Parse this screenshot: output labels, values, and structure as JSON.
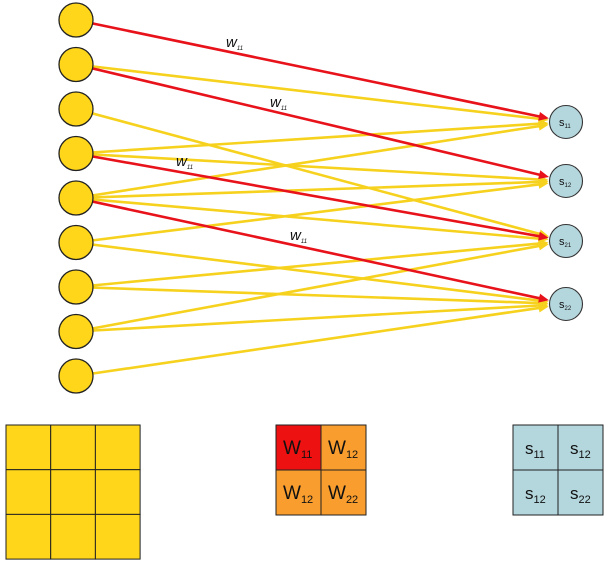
{
  "colors": {
    "input": "#FFD619",
    "output": "#B4D6DD",
    "edge_shared": "#F6D21E",
    "edge_highlight": "#E8121B",
    "kernel_highlight": "#EE1111",
    "kernel_other": "#F99D2E"
  },
  "network": {
    "input_nodes": 9,
    "output_nodes": [
      {
        "base": "s",
        "sub": "11"
      },
      {
        "base": "s",
        "sub": "12"
      },
      {
        "base": "s",
        "sub": "21"
      },
      {
        "base": "s",
        "sub": "22"
      }
    ],
    "red_edges": [
      [
        0,
        0
      ],
      [
        1,
        1
      ],
      [
        3,
        2
      ],
      [
        4,
        3
      ]
    ],
    "yellow_edges": [
      [
        1,
        0
      ],
      [
        2,
        2
      ],
      [
        3,
        0
      ],
      [
        3,
        1
      ],
      [
        4,
        0
      ],
      [
        4,
        1
      ],
      [
        4,
        2
      ],
      [
        5,
        1
      ],
      [
        5,
        3
      ],
      [
        6,
        2
      ],
      [
        6,
        3
      ],
      [
        7,
        2
      ],
      [
        7,
        3
      ],
      [
        8,
        3
      ]
    ],
    "weight_labels": [
      {
        "base": "w",
        "sub": "11"
      },
      {
        "base": "w",
        "sub": "11"
      },
      {
        "base": "w",
        "sub": "11"
      },
      {
        "base": "w",
        "sub": "11"
      }
    ]
  },
  "input_grid": {
    "rows": 3,
    "cols": 3
  },
  "kernel": {
    "cells": [
      {
        "base": "W",
        "sub": "11",
        "highlight": true
      },
      {
        "base": "W",
        "sub": "12",
        "highlight": false
      },
      {
        "base": "W",
        "sub": "12",
        "highlight": false
      },
      {
        "base": "W",
        "sub": "22",
        "highlight": false
      }
    ]
  },
  "output_grid": {
    "cells": [
      {
        "base": "s",
        "sub": "11"
      },
      {
        "base": "s",
        "sub": "12"
      },
      {
        "base": "s",
        "sub": "12"
      },
      {
        "base": "s",
        "sub": "22"
      }
    ]
  }
}
